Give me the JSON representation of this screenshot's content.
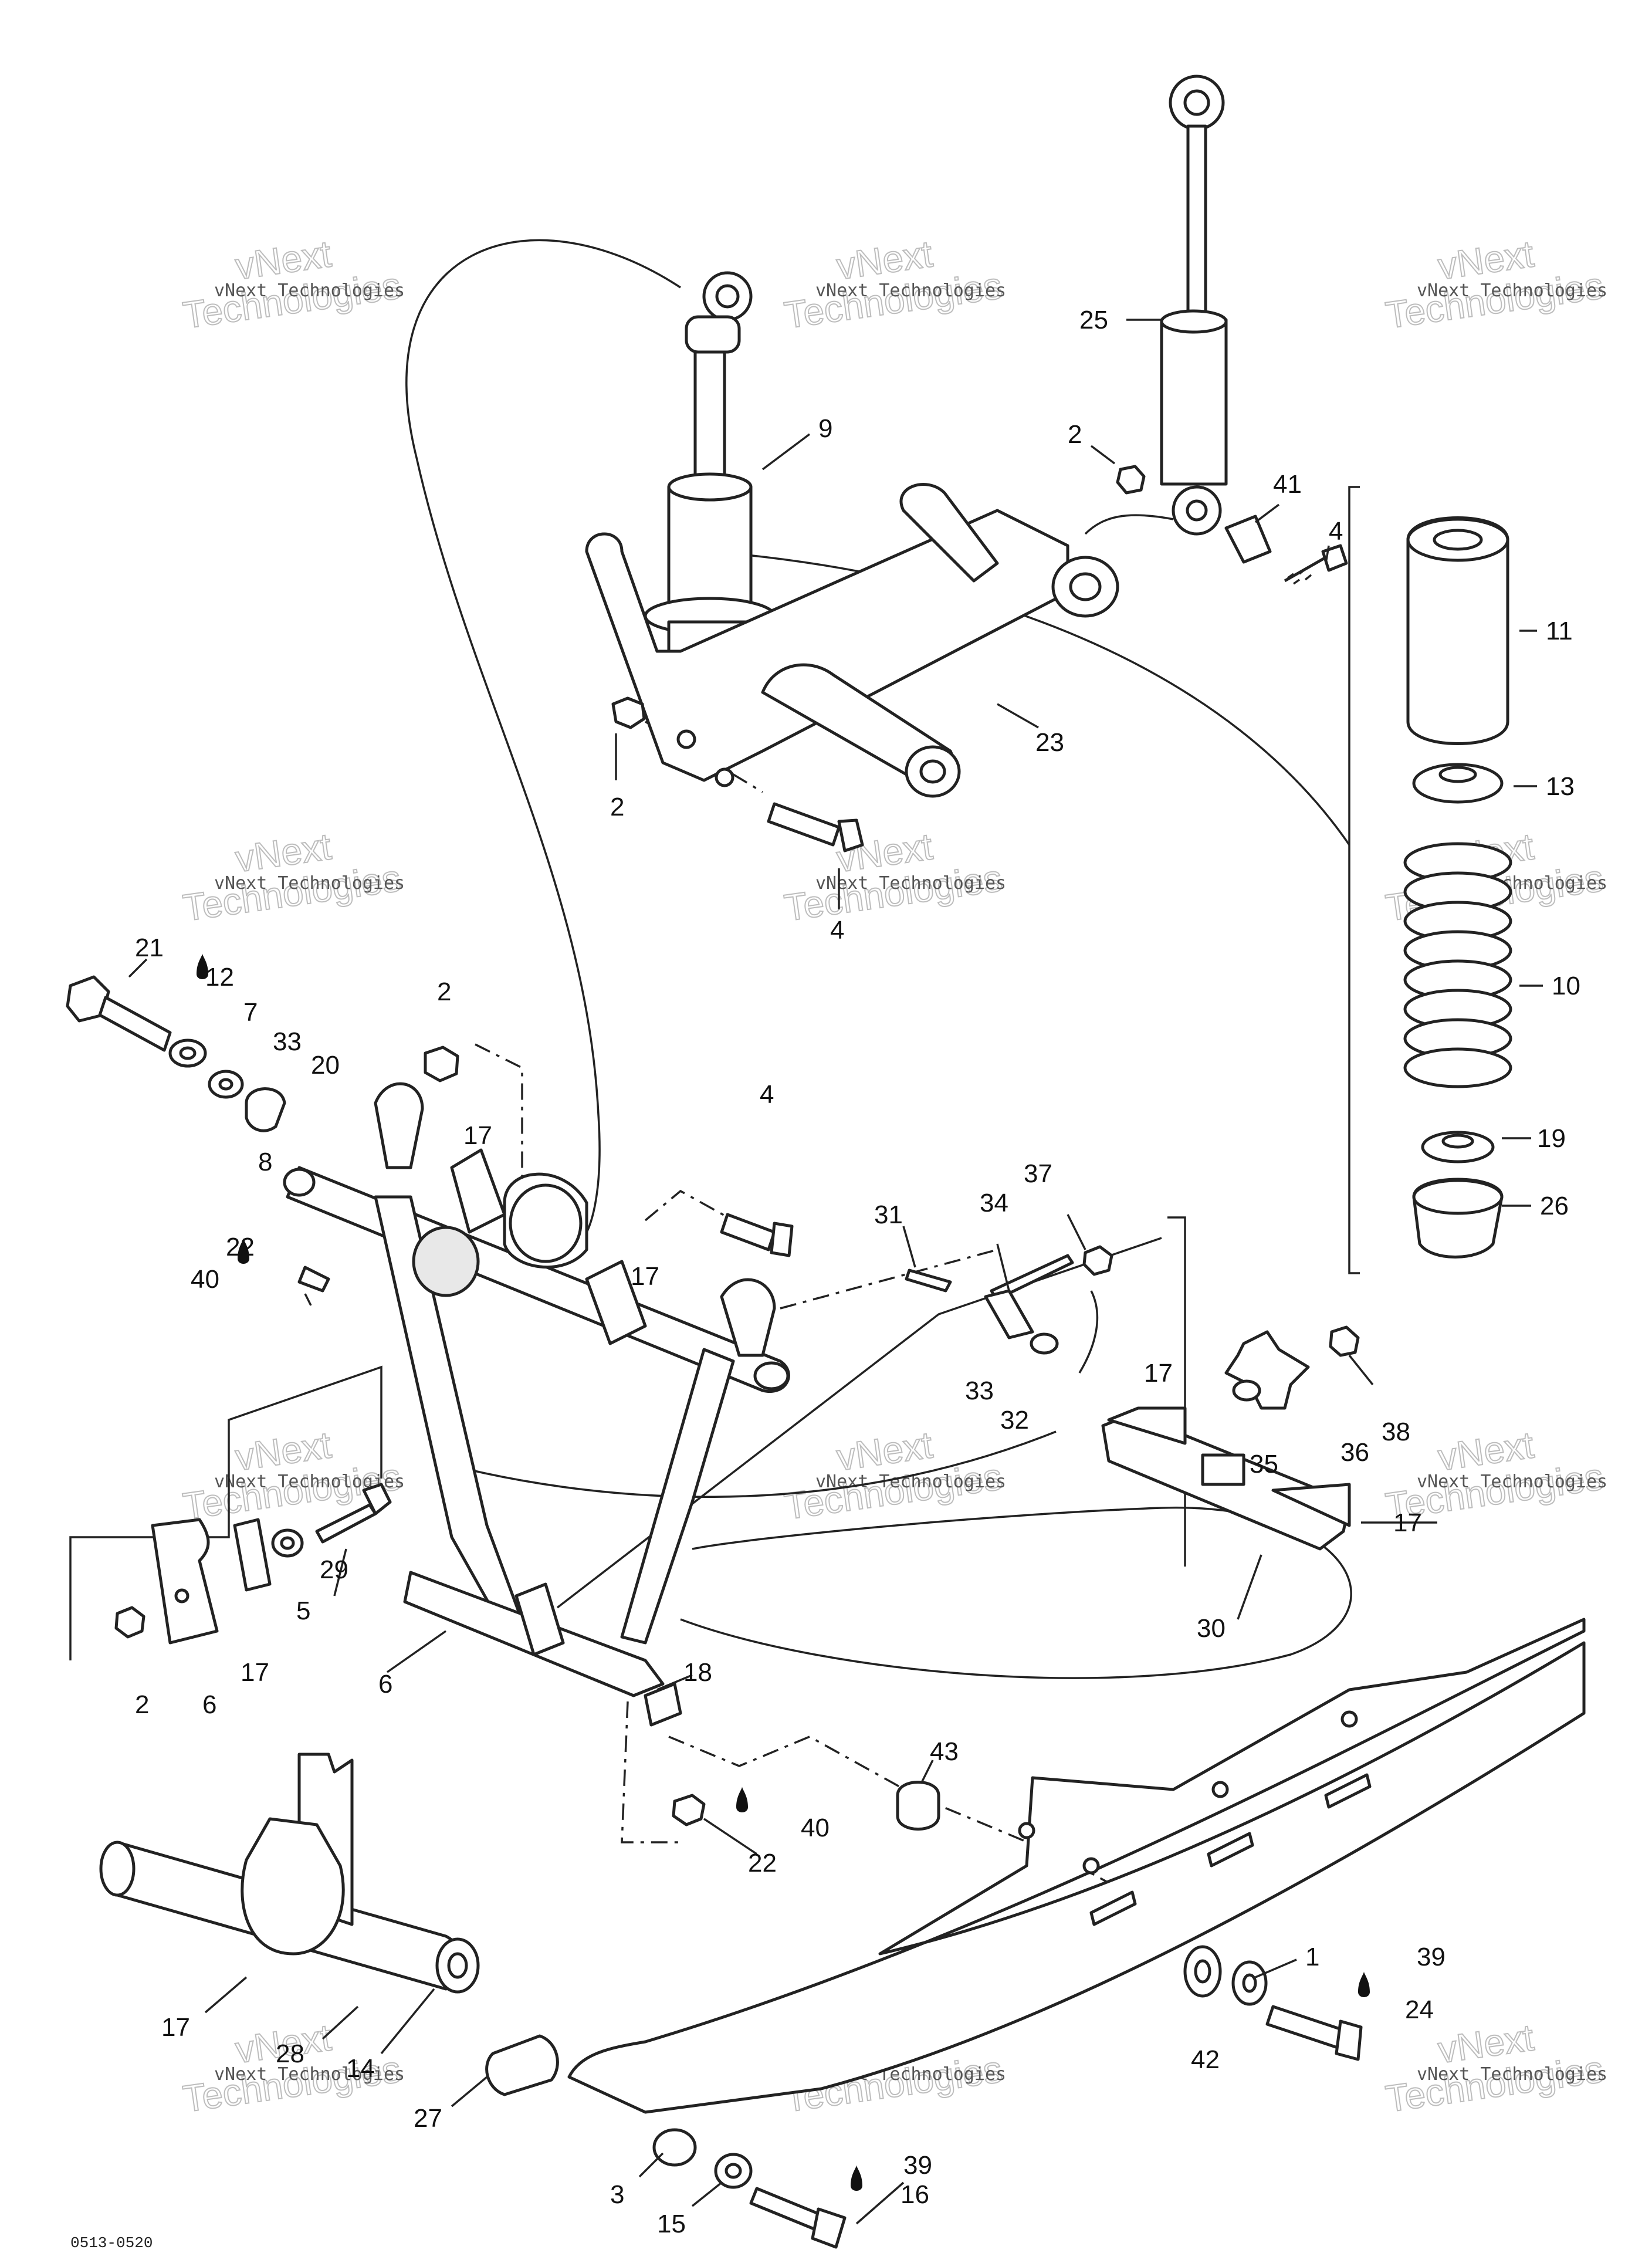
{
  "watermark": {
    "small_text": "vNext Technologies",
    "big_line1": "vNext",
    "big_line2": "Technologies"
  },
  "callouts": [
    {
      "id": "c25",
      "label": "25"
    },
    {
      "id": "c9",
      "label": "9"
    },
    {
      "id": "c2a",
      "label": "2"
    },
    {
      "id": "c41",
      "label": "41"
    },
    {
      "id": "c4a",
      "label": "4"
    },
    {
      "id": "c11",
      "label": "11"
    },
    {
      "id": "c13",
      "label": "13"
    },
    {
      "id": "c23",
      "label": "23"
    },
    {
      "id": "c2b",
      "label": "2"
    },
    {
      "id": "c4b",
      "label": "4"
    },
    {
      "id": "c10",
      "label": "10"
    },
    {
      "id": "c19",
      "label": "19"
    },
    {
      "id": "c26",
      "label": "26"
    },
    {
      "id": "c21",
      "label": "21"
    },
    {
      "id": "c12",
      "label": "12"
    },
    {
      "id": "c7",
      "label": "7"
    },
    {
      "id": "c33a",
      "label": "33"
    },
    {
      "id": "c20",
      "label": "20"
    },
    {
      "id": "c2c",
      "label": "2"
    },
    {
      "id": "c8",
      "label": "8"
    },
    {
      "id": "c17a",
      "label": "17"
    },
    {
      "id": "c4c",
      "label": "4"
    },
    {
      "id": "c17b",
      "label": "17"
    },
    {
      "id": "c22a",
      "label": "22"
    },
    {
      "id": "c40a",
      "label": "40"
    },
    {
      "id": "c31",
      "label": "31"
    },
    {
      "id": "c34",
      "label": "34"
    },
    {
      "id": "c37",
      "label": "37"
    },
    {
      "id": "c33b",
      "label": "33"
    },
    {
      "id": "c32",
      "label": "32"
    },
    {
      "id": "c17c",
      "label": "17"
    },
    {
      "id": "c38",
      "label": "38"
    },
    {
      "id": "c35",
      "label": "35"
    },
    {
      "id": "c36",
      "label": "36"
    },
    {
      "id": "c17d",
      "label": "17"
    },
    {
      "id": "c30",
      "label": "30"
    },
    {
      "id": "c29",
      "label": "29"
    },
    {
      "id": "c5",
      "label": "5"
    },
    {
      "id": "c2d",
      "label": "2"
    },
    {
      "id": "c6a",
      "label": "6"
    },
    {
      "id": "c17e",
      "label": "17"
    },
    {
      "id": "c6b",
      "label": "6"
    },
    {
      "id": "c18",
      "label": "18"
    },
    {
      "id": "c43",
      "label": "43"
    },
    {
      "id": "c40b",
      "label": "40"
    },
    {
      "id": "c22b",
      "label": "22"
    },
    {
      "id": "c1",
      "label": "1"
    },
    {
      "id": "c39a",
      "label": "39"
    },
    {
      "id": "c24",
      "label": "24"
    },
    {
      "id": "c42",
      "label": "42"
    },
    {
      "id": "c17f",
      "label": "17"
    },
    {
      "id": "c28",
      "label": "28"
    },
    {
      "id": "c14",
      "label": "14"
    },
    {
      "id": "c27",
      "label": "27"
    },
    {
      "id": "c39b",
      "label": "39"
    },
    {
      "id": "c3",
      "label": "3"
    },
    {
      "id": "c16",
      "label": "16"
    },
    {
      "id": "c15",
      "label": "15"
    }
  ],
  "figure_ref": "0513-0520"
}
